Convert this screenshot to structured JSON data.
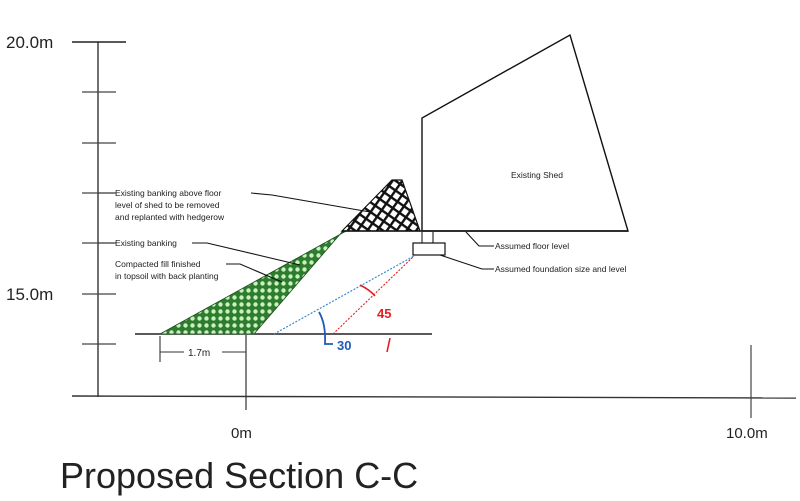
{
  "title": "Proposed Section C-C",
  "vertical_axis": {
    "top_label": "20.0m",
    "mid_label": "15.0m"
  },
  "horizontal_axis": {
    "zero_label": "0m",
    "end_label": "10.0m"
  },
  "dimension": {
    "label": "1.7m"
  },
  "annotations": {
    "banking_above_floor": [
      "Existing banking above floor",
      "level of shed to be removed",
      "and replanted with hedgerow"
    ],
    "existing_banking": "Existing banking",
    "compacted_fill": [
      "Compacted fill finished",
      "in topsoil with back planting"
    ],
    "floor_level": "Assumed floor level",
    "foundation": "Assumed foundation size and level",
    "shed": "Existing Shed"
  },
  "angles": {
    "blue": "30",
    "red": "45"
  },
  "colors": {
    "fill_green": "#2e7d2e",
    "fill_dots": "#c8f0c0",
    "blue_line": "#3a8ad0",
    "red_line": "#e02020",
    "ink": "#111111"
  }
}
